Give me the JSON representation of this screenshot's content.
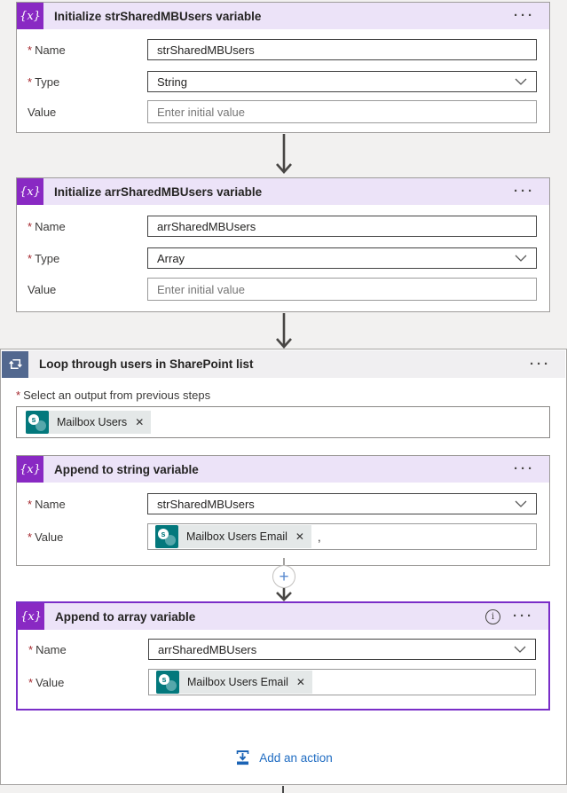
{
  "colors": {
    "variable_purple": "#8929C3",
    "control_slate": "#52688F",
    "selected_border": "#7A2EC8",
    "header_lavender": "#ECE3F8",
    "sharepoint_teal": "#03787C",
    "chip_bg": "#E4E8E8",
    "link_blue": "#1F6CC2"
  },
  "icons": {
    "required": "*",
    "ellipsis": "···",
    "close": "✕",
    "plus": "+",
    "info": "i",
    "variable": "{x}",
    "sp_letter": "s"
  },
  "card1": {
    "title": "Initialize strSharedMBUsers variable",
    "name_label": "Name",
    "name_value": "strSharedMBUsers",
    "type_label": "Type",
    "type_value": "String",
    "value_label": "Value",
    "value_placeholder": "Enter initial value"
  },
  "card2": {
    "title": "Initialize arrSharedMBUsers variable",
    "name_label": "Name",
    "name_value": "arrSharedMBUsers",
    "type_label": "Type",
    "type_value": "Array",
    "value_label": "Value",
    "value_placeholder": "Enter initial value"
  },
  "loop": {
    "title": "Loop through users in SharePoint list",
    "output_label": "Select an output from previous steps",
    "token": "Mailbox Users"
  },
  "append_string": {
    "title": "Append to string variable",
    "name_label": "Name",
    "name_value": "strSharedMBUsers",
    "value_label": "Value",
    "token": "Mailbox Users Email",
    "suffix": ","
  },
  "append_array": {
    "title": "Append to array variable",
    "name_label": "Name",
    "name_value": "arrSharedMBUsers",
    "value_label": "Value",
    "token": "Mailbox Users Email"
  },
  "add_action": {
    "label": "Add an action"
  }
}
